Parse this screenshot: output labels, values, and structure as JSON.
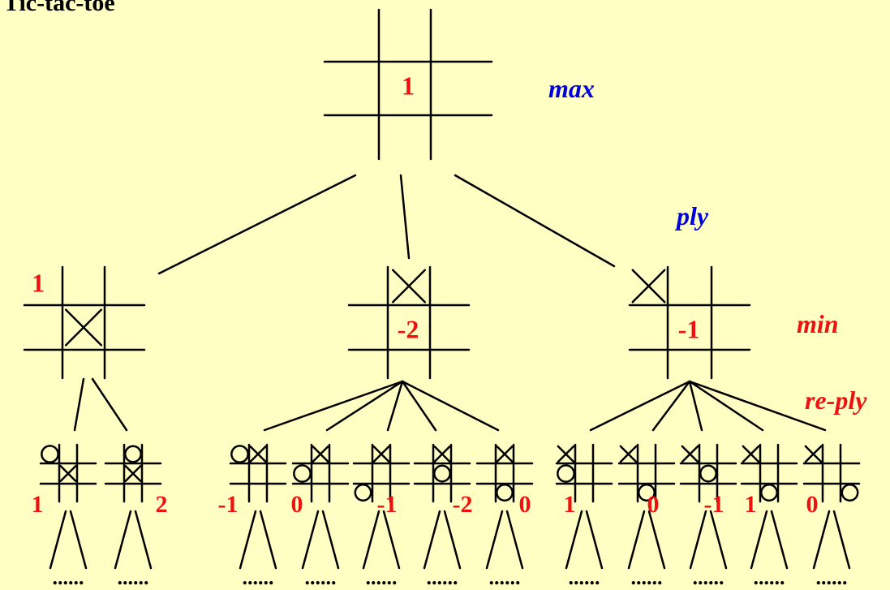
{
  "title": "Tic-tac-toe",
  "labels": {
    "max": "max",
    "ply": "ply",
    "min": "min",
    "reply": "re-ply"
  },
  "colors": {
    "background": "#FFFFC4",
    "blue": "#0000DD",
    "red": "#EE1111",
    "line": "#000000"
  },
  "root": {
    "value": "1",
    "board": [
      "",
      "",
      "",
      "",
      "",
      "",
      "",
      "",
      ""
    ]
  },
  "level1": [
    {
      "value": "1",
      "board": [
        "",
        "",
        "",
        "",
        "X",
        "",
        "",
        "",
        ""
      ]
    },
    {
      "value": "-2",
      "board": [
        "",
        "X",
        "",
        "",
        "",
        "",
        "",
        "",
        ""
      ]
    },
    {
      "value": "-1",
      "board": [
        "X",
        "",
        "",
        "",
        "",
        "",
        "",
        "",
        ""
      ]
    }
  ],
  "level2": [
    {
      "value": "1",
      "parent": 0,
      "board": [
        "O",
        "",
        "",
        "",
        "X",
        "",
        "",
        "",
        ""
      ]
    },
    {
      "value": "2",
      "parent": 0,
      "board": [
        "",
        "O",
        "",
        "",
        "X",
        "",
        "",
        "",
        ""
      ]
    },
    {
      "value": "-1",
      "parent": 1,
      "board": [
        "O",
        "X",
        "",
        "",
        "",
        "",
        "",
        "",
        ""
      ]
    },
    {
      "value": "0",
      "parent": 1,
      "board": [
        "",
        "X",
        "",
        "O",
        "",
        "",
        "",
        "",
        ""
      ]
    },
    {
      "value": "-1",
      "parent": 1,
      "board": [
        "",
        "X",
        "",
        "",
        "",
        "",
        "O",
        "",
        ""
      ]
    },
    {
      "value": "-2",
      "parent": 1,
      "board": [
        "",
        "X",
        "",
        "",
        "O",
        "",
        "",
        "",
        ""
      ]
    },
    {
      "value": "0",
      "parent": 1,
      "board": [
        "",
        "X",
        "",
        "",
        "",
        "",
        "",
        "O",
        ""
      ]
    },
    {
      "value": "1",
      "parent": 2,
      "board": [
        "X",
        "",
        "",
        "O",
        "",
        "",
        "",
        "",
        ""
      ]
    },
    {
      "value": "0",
      "parent": 2,
      "board": [
        "X",
        "",
        "",
        "",
        "",
        "",
        "",
        "O",
        ""
      ]
    },
    {
      "value": "-1",
      "parent": 2,
      "board": [
        "X",
        "",
        "",
        "",
        "O",
        "",
        "",
        "",
        ""
      ]
    },
    {
      "value": "1",
      "parent": 2,
      "board": [
        "X",
        "",
        "",
        "",
        "",
        "",
        "",
        "O",
        ""
      ]
    },
    {
      "value": "0",
      "parent": 2,
      "board": [
        "X",
        "",
        "",
        "",
        "",
        "",
        "",
        "",
        "O"
      ]
    }
  ],
  "ellipsis": "......"
}
